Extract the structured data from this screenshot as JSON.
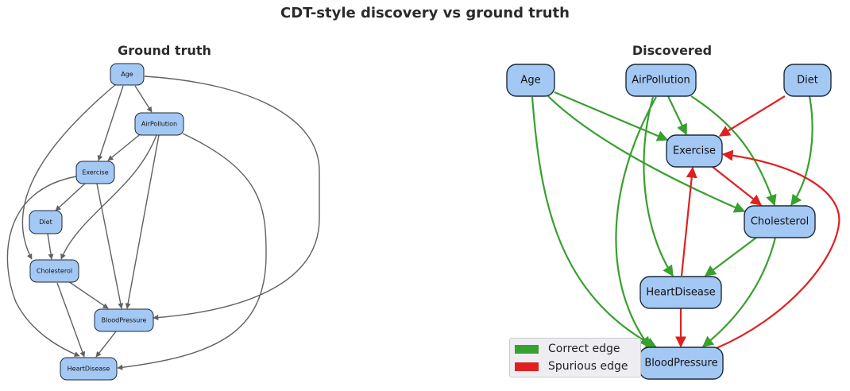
{
  "title": "CDT-style discovery vs ground truth",
  "left_panel": {
    "title": "Ground truth",
    "nodes": {
      "age": "Age",
      "air": "AirPollution",
      "exercise": "Exercise",
      "diet": "Diet",
      "chol": "Cholesterol",
      "bp": "BloodPressure",
      "hd": "HeartDisease"
    }
  },
  "right_panel": {
    "title": "Discovered",
    "nodes": {
      "age": "Age",
      "air": "AirPollution",
      "diet": "Diet",
      "exercise": "Exercise",
      "chol": "Cholesterol",
      "hd": "HeartDisease",
      "bp": "BloodPressure"
    }
  },
  "legend": {
    "correct": "Correct edge",
    "spurious": "Spurious edge"
  },
  "colors": {
    "correct": "#38a02e",
    "spurious": "#e02020",
    "ground_edge": "#606060",
    "node_fill": "#a4c8f4",
    "node_stroke": "#1b2a3a"
  }
}
